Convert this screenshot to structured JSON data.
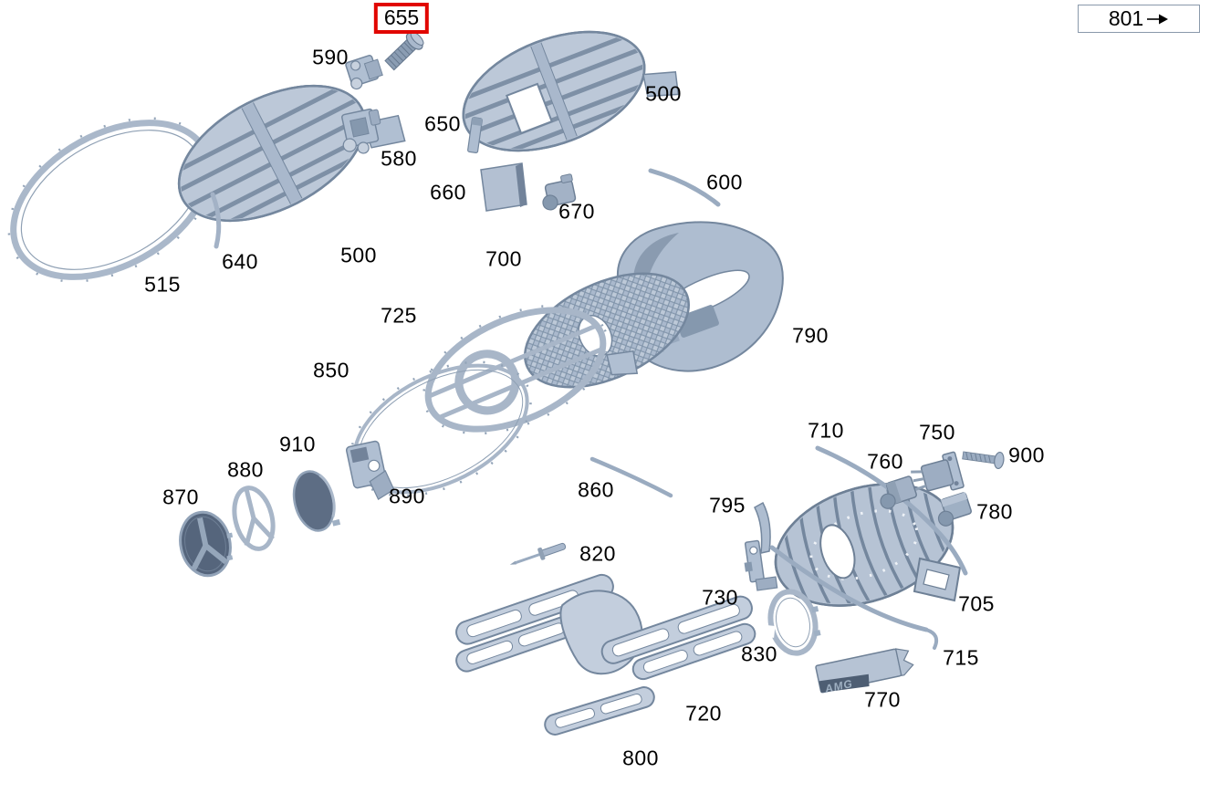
{
  "figure": {
    "type": "exploded-parts-diagram",
    "background": "#ffffff",
    "part_color_light": "#bcc8d8",
    "part_color_mid": "#9fb0c4",
    "part_color_dark": "#72839a",
    "dark_disc_color": "#55657c",
    "highlight_color": "#e10600",
    "label_color": "#000000"
  },
  "highlight_callout": {
    "text": "655"
  },
  "nav_callout": {
    "text": "801"
  },
  "badge": {
    "text": "AMG"
  },
  "labels": [
    {
      "text": "590"
    },
    {
      "text": "500"
    },
    {
      "text": "650"
    },
    {
      "text": "580"
    },
    {
      "text": "660"
    },
    {
      "text": "670"
    },
    {
      "text": "600"
    },
    {
      "text": "640"
    },
    {
      "text": "500"
    },
    {
      "text": "515"
    },
    {
      "text": "700"
    },
    {
      "text": "725"
    },
    {
      "text": "790"
    },
    {
      "text": "850"
    },
    {
      "text": "910"
    },
    {
      "text": "880"
    },
    {
      "text": "870"
    },
    {
      "text": "890"
    },
    {
      "text": "860"
    },
    {
      "text": "710"
    },
    {
      "text": "750"
    },
    {
      "text": "760"
    },
    {
      "text": "900"
    },
    {
      "text": "780"
    },
    {
      "text": "795"
    },
    {
      "text": "820"
    },
    {
      "text": "730"
    },
    {
      "text": "705"
    },
    {
      "text": "830"
    },
    {
      "text": "715"
    },
    {
      "text": "770"
    },
    {
      "text": "720"
    },
    {
      "text": "800"
    }
  ]
}
